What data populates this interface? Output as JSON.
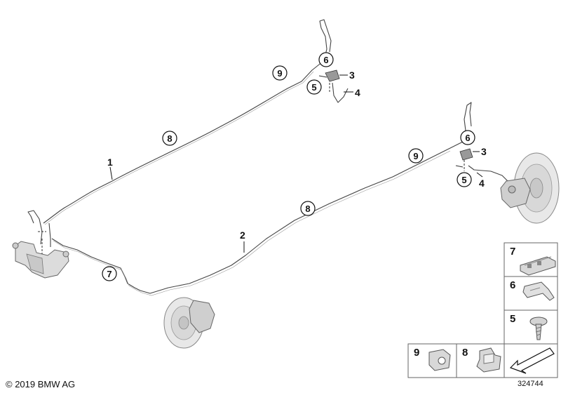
{
  "callouts": {
    "c6_top": "6",
    "c9_top": "9",
    "c5_top": "5",
    "c3_top": "3",
    "c4_top": "4",
    "c8_upper": "8",
    "c1": "1",
    "c6_right": "6",
    "c3_right": "3",
    "c9_right": "9",
    "c5_right": "5",
    "c4_right": "4",
    "c8_lower": "8",
    "c2": "2",
    "c7_left": "7"
  },
  "legend": {
    "item7": "7",
    "item6": "6",
    "item5": "5",
    "item9": "9",
    "item8": "8"
  },
  "footer": {
    "copyright": "© 2019 BMW AG",
    "document_number": "324744"
  },
  "colors": {
    "pipe": "#444444",
    "part_fill": "#e6e6e6",
    "legend_border": "#555555"
  }
}
